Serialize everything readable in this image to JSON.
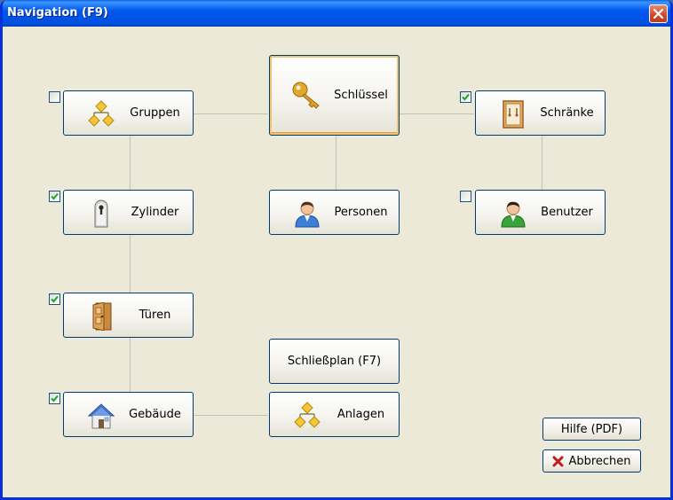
{
  "window": {
    "title": "Navigation (F9)"
  },
  "nav": {
    "gruppen": "Gruppen",
    "schluessel": "Schlüssel",
    "schraenke": "Schränke",
    "zylinder": "Zylinder",
    "personen": "Personen",
    "benutzer": "Benutzer",
    "tueren": "Türen",
    "schliessplan": "Schließplan (F7)",
    "gebaeude": "Gebäude",
    "anlagen": "Anlagen"
  },
  "checkboxes": {
    "gruppen": false,
    "schraenke": true,
    "zylinder": true,
    "benutzer": false,
    "tueren": true,
    "gebaeude": true
  },
  "buttons": {
    "help": "Hilfe (PDF)",
    "cancel": "Abbrechen"
  },
  "colors": {
    "accent": "#0058ee",
    "focus_border": "#f3c270",
    "check": "#21a121"
  },
  "icons": {
    "gruppen": "hierarchy-icon",
    "schluessel": "key-icon",
    "schraenke": "cabinet-icon",
    "zylinder": "lock-cylinder-icon",
    "personen": "person-icon",
    "benutzer": "user-icon",
    "tueren": "door-icon",
    "gebaeude": "house-icon",
    "anlagen": "hierarchy-icon",
    "cancel": "red-x-icon",
    "close": "close-icon"
  }
}
